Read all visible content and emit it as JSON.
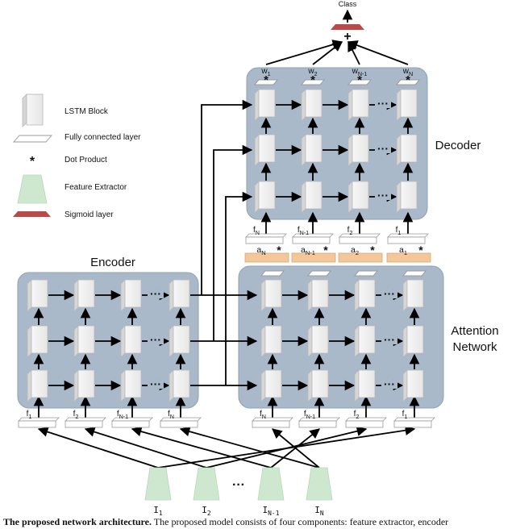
{
  "output": {
    "label": "Class"
  },
  "legend": {
    "lstm": "LSTM Block",
    "fc": "Fully connected layer",
    "dot": "Dot Product",
    "feature": "Feature Extractor",
    "sigmoid": "Sigmoid layer",
    "dot_symbol": "*"
  },
  "modules": {
    "encoder": "Encoder",
    "decoder": "Decoder",
    "attention_line1": "Attention",
    "attention_line2": "Network"
  },
  "operators": {
    "plus": "+",
    "star": "*",
    "ellipsis": "···"
  },
  "encoder_inputs": [
    "f1",
    "f2",
    "fN-1",
    "fN"
  ],
  "attention_inputs": [
    "fN",
    "fN-1",
    "f2",
    "f1"
  ],
  "decoder_inputs": [
    "fN",
    "fN-1",
    "f2",
    "f1"
  ],
  "weights": [
    "a N",
    "a N-1",
    "a 2",
    "a 1"
  ],
  "outputs": [
    "w 1",
    "w 2",
    "w N-1",
    "w N"
  ],
  "images": [
    "I1",
    "I2",
    "IN-1",
    "IN"
  ],
  "caption": {
    "bold": "The proposed network architecture.",
    "text": " The proposed model consists of four components: feature extractor, encoder"
  }
}
